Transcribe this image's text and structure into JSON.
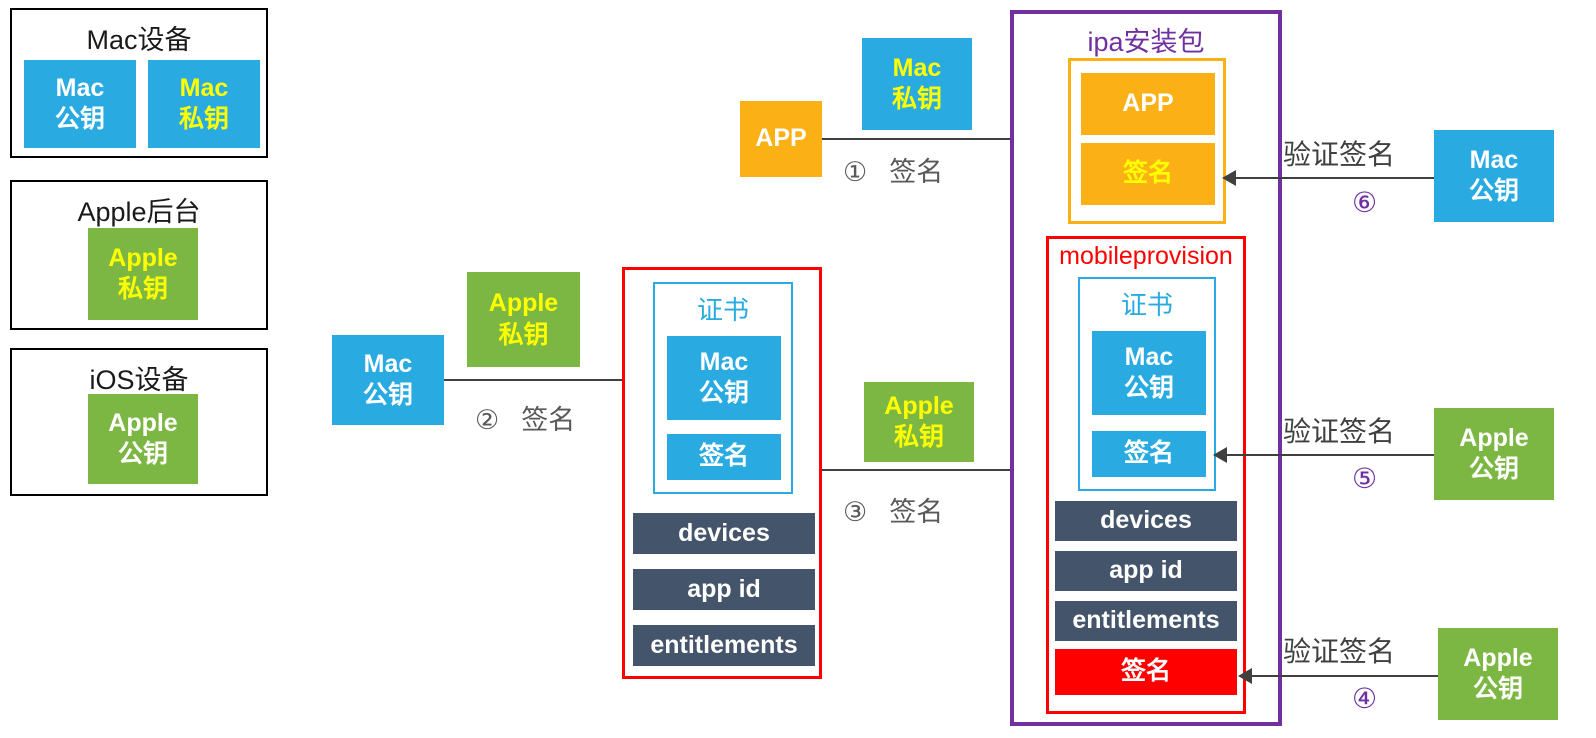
{
  "palette": {
    "blue": "#29ABE2",
    "green": "#7DB743",
    "orange": "#FBB116",
    "dark_slate": "#44546A",
    "red": "#FF0000",
    "purple": "#7030A0",
    "yellow_text": "#FFFF00",
    "label_gray": "#595959",
    "arrow_gray": "#404040",
    "border_black": "#000000"
  },
  "left_column": {
    "mac_device": {
      "title": "Mac设备",
      "public_key": "Mac\n公钥",
      "private_key": "Mac\n私钥"
    },
    "apple_backend": {
      "title": "Apple后台",
      "private_key": "Apple\n私钥"
    },
    "ios_device": {
      "title": "iOS设备",
      "public_key": "Apple\n公钥"
    }
  },
  "sign_flow_1": {
    "source": "APP",
    "key": "Mac\n私钥",
    "step": "①",
    "action": "签名"
  },
  "sign_flow_2": {
    "source": "Mac\n公钥",
    "key": "Apple\n私钥",
    "step": "②",
    "action": "签名"
  },
  "sign_flow_3": {
    "key": "Apple\n私钥",
    "step": "③",
    "action": "签名"
  },
  "certificate": {
    "title": "证书",
    "public_key": "Mac\n公钥",
    "signature": "签名",
    "items": [
      "devices",
      "app id",
      "entitlements"
    ]
  },
  "ipa_package": {
    "title": "ipa安装包",
    "app_bundle": {
      "app": "APP",
      "signature": "签名"
    },
    "mobileprovision": {
      "title": "mobileprovision",
      "certificate": {
        "title": "证书",
        "public_key": "Mac\n公钥",
        "signature": "签名"
      },
      "items": [
        "devices",
        "app id",
        "entitlements"
      ],
      "signature": "签名"
    }
  },
  "verifications": [
    {
      "label": "验证签名",
      "step": "⑥",
      "key": "Mac\n公钥"
    },
    {
      "label": "验证签名",
      "step": "⑤",
      "key": "Apple\n公钥"
    },
    {
      "label": "验证签名",
      "step": "④",
      "key": "Apple\n公钥"
    }
  ]
}
